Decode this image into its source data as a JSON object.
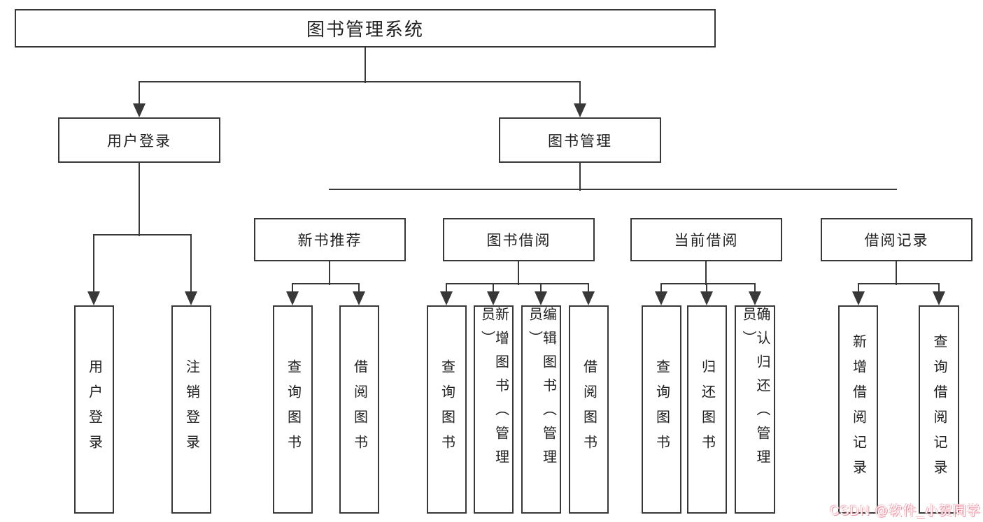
{
  "diagram": {
    "root_label": "图书管理系统",
    "nodes": {
      "user_login": {
        "label": "用户登录"
      },
      "book_mgmt": {
        "label": "图书管理"
      },
      "new_book": {
        "label": "新书推荐"
      },
      "book_borrow": {
        "label": "图书借阅"
      },
      "current_borrow": {
        "label": "当前借阅"
      },
      "borrow_records": {
        "label": "借阅记录"
      }
    },
    "leaves": {
      "user_login": [
        "用户登录",
        "注销登录"
      ],
      "new_book": [
        "查询图书",
        "借阅图书"
      ],
      "book_borrow": [
        "查询图书",
        "新增图书（管理员）",
        "编辑图书（管理员）",
        "借阅图书"
      ],
      "current_borrow": [
        "查询图书",
        "归还图书",
        "确认归还（管理员）"
      ],
      "borrow_records": [
        "新增借阅记录",
        "查询借阅记录"
      ]
    }
  },
  "watermark": {
    "text": "CSDN @软件_小贺同学"
  },
  "colors": {
    "line": "#383838",
    "text": "#1f1f1f",
    "background": "#ffffff"
  }
}
